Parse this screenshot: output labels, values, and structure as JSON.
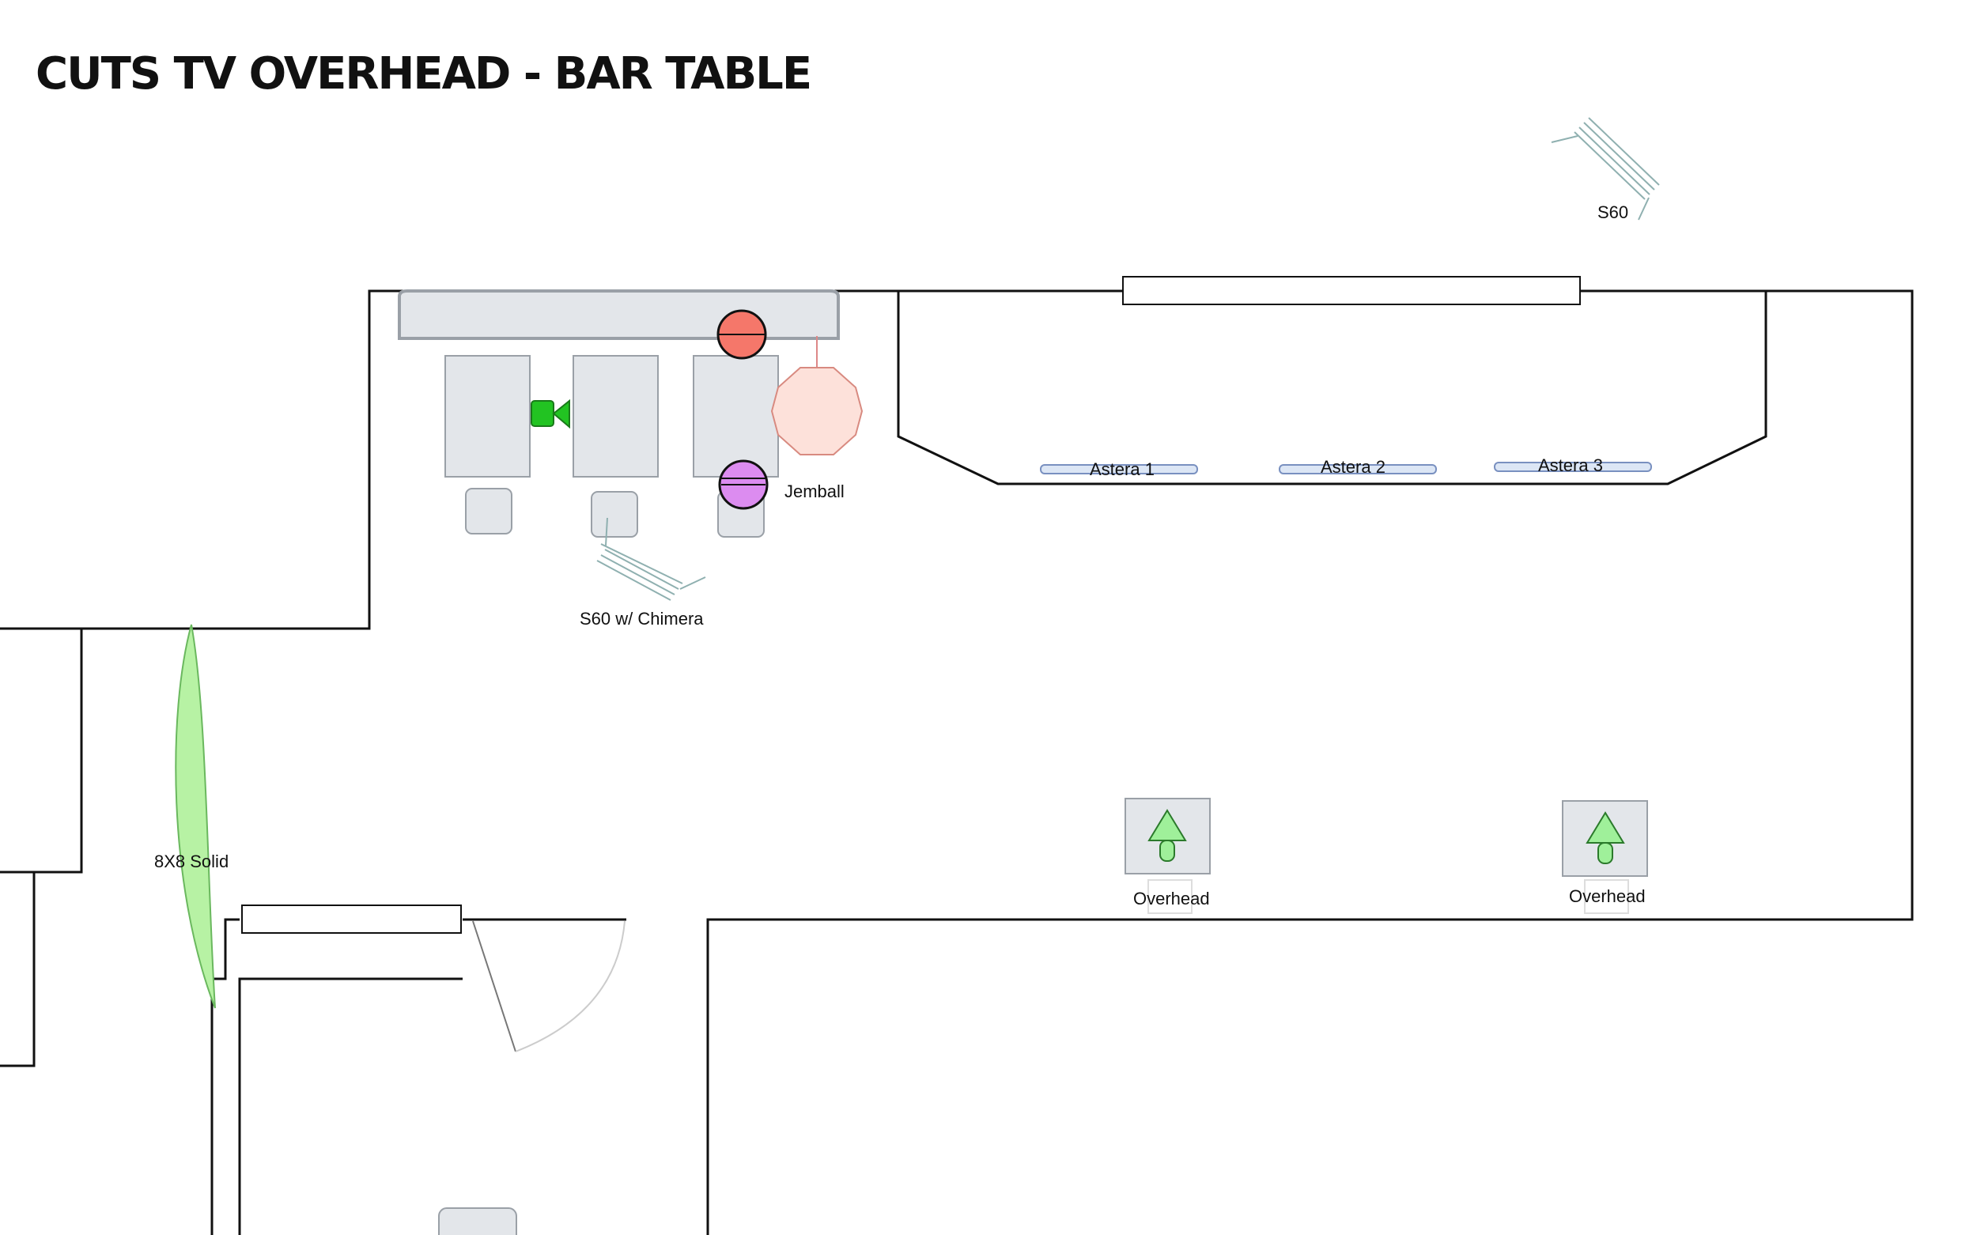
{
  "title": "CUTS TV OVERHEAD - BAR TABLE",
  "labels": {
    "s60_top": "S60",
    "s60_chimera": "S60 w/ Chimera",
    "jemball": "Jemball",
    "astera_1": "Astera 1",
    "astera_2": "Astera 2",
    "astera_3": "Astera 3",
    "solid": "8X8 Solid",
    "overhead_1": "Overhead",
    "overhead_2": "Overhead"
  },
  "colors": {
    "camera": "#22c322",
    "red_light": "#f5776a",
    "jemball_fill": "#dc8cf0",
    "octabox": "#fde1da",
    "solid_fill": "#b7f2a4",
    "lamp": "#9ff09a",
    "astera": "#dce6f5"
  },
  "icons": [
    "camera-icon",
    "lamp-icon"
  ]
}
